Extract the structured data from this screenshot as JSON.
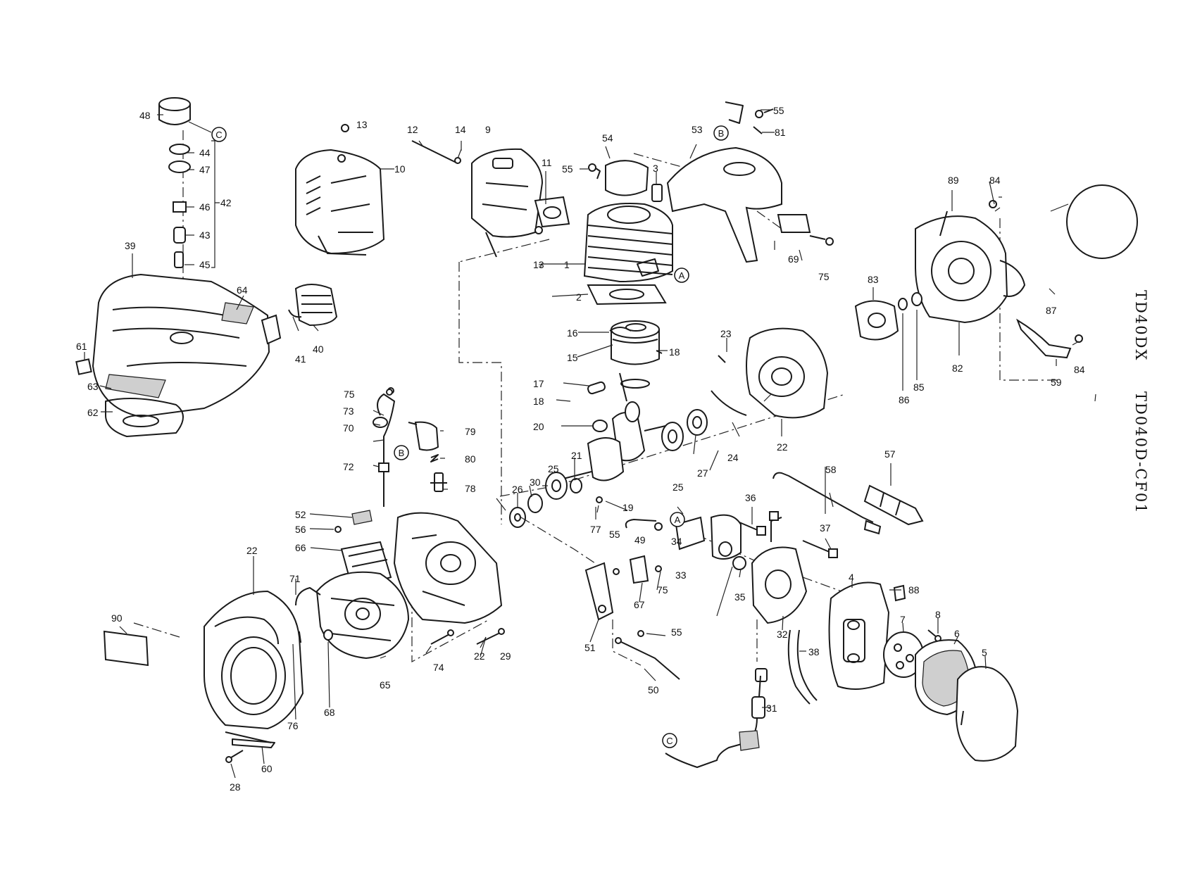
{
  "models": [
    "TD40DX",
    "TD040D-CF01"
  ],
  "reference_markers": [
    "A",
    "A",
    "B",
    "B",
    "C",
    "C"
  ],
  "callouts": [
    "1",
    "2",
    "3",
    "4",
    "5",
    "6",
    "7",
    "8",
    "9",
    "10",
    "11",
    "12",
    "13",
    "13",
    "14",
    "15",
    "16",
    "17",
    "18",
    "18",
    "19",
    "20",
    "21",
    "22",
    "22",
    "22",
    "23",
    "24",
    "25",
    "25",
    "26",
    "27",
    "28",
    "29",
    "30",
    "31",
    "32",
    "33",
    "34",
    "35",
    "36",
    "37",
    "38",
    "39",
    "40",
    "41",
    "42",
    "43",
    "44",
    "45",
    "46",
    "47",
    "48",
    "49",
    "50",
    "51",
    "52",
    "53",
    "54",
    "55",
    "55",
    "55",
    "55",
    "56",
    "57",
    "58",
    "59",
    "60",
    "61",
    "62",
    "63",
    "64",
    "65",
    "66",
    "67",
    "68",
    "69",
    "70",
    "71",
    "72",
    "73",
    "74",
    "75",
    "75",
    "75",
    "76",
    "77",
    "78",
    "79",
    "80",
    "81",
    "82",
    "83",
    "84",
    "84",
    "85",
    "86",
    "87",
    "88",
    "89",
    "90"
  ]
}
